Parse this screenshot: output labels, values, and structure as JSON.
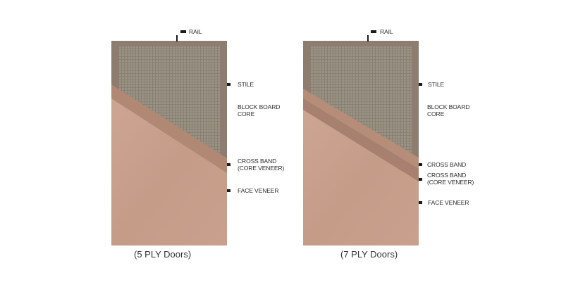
{
  "panels": [
    {
      "caption": "(5 PLY Doors)",
      "labels": {
        "rail": "RAIL",
        "stile": "STILE",
        "core_line1": "BLOCK BOARD",
        "core_line2": "CORE",
        "crossband_line1": "CROSS BAND",
        "crossband_line2": "(CORE VENEER)",
        "face": "FACE VENEER"
      }
    },
    {
      "caption": "(7 PLY Doors)",
      "labels": {
        "rail": "RAIL",
        "stile": "STILE",
        "core_line1": "BLOCK BOARD",
        "core_line2": "CORE",
        "crossband": "CROSS BAND",
        "crossband2_line1": "CROSS BAND",
        "crossband2_line2": "(CORE VENEER)",
        "face": "FACE VENEER"
      }
    }
  ],
  "colors": {
    "frame": "#8c7d70",
    "core": "#9a9283",
    "core_grid": "#6f6a5e",
    "crossband": "#b08874",
    "face": "#c8a08c",
    "label": "#2b2b2b",
    "tick": "#1a1a1a"
  }
}
